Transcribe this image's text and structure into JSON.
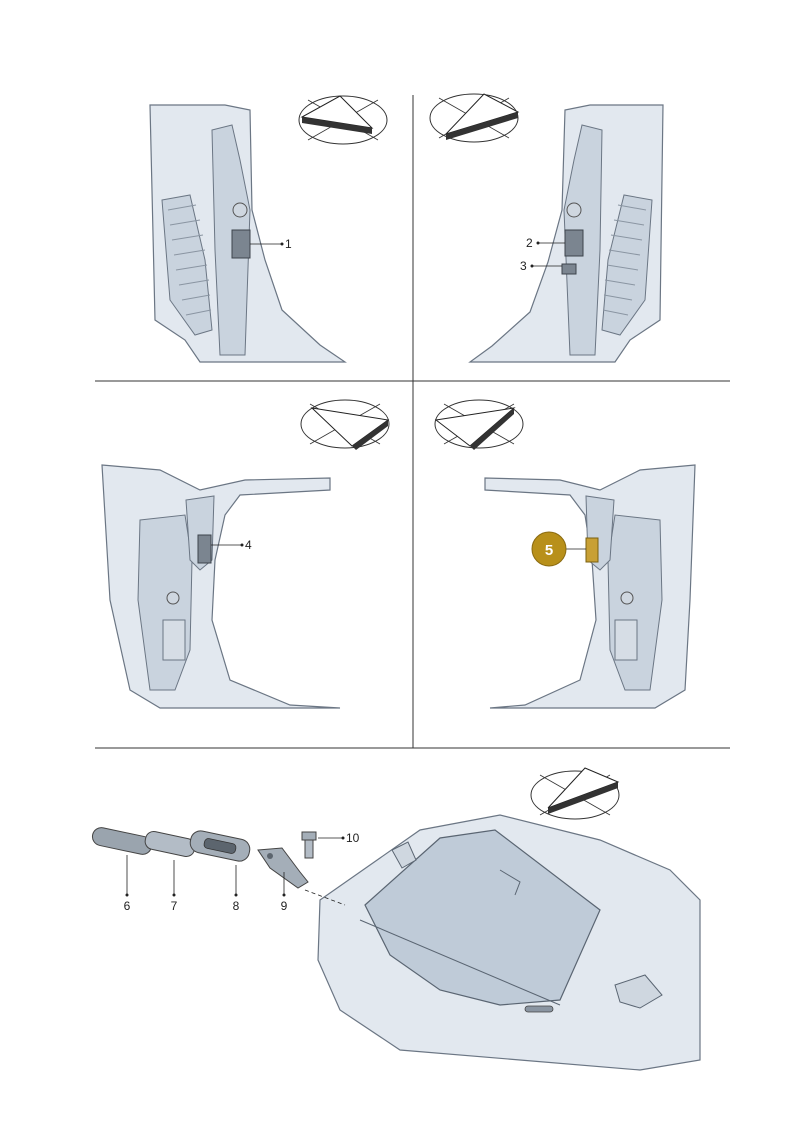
{
  "callouts": {
    "c1": "1",
    "c2": "2",
    "c3": "3",
    "c4": "4",
    "c5": "5",
    "c6": "6",
    "c7": "7",
    "c8": "8",
    "c9": "9",
    "c10": "10"
  },
  "colors": {
    "badge": "#b8901a",
    "highlight": "#c8a035",
    "car_body": "#e2e8ef",
    "part": "#7b8590"
  },
  "icons": [
    "orientation-arrow-icon"
  ]
}
